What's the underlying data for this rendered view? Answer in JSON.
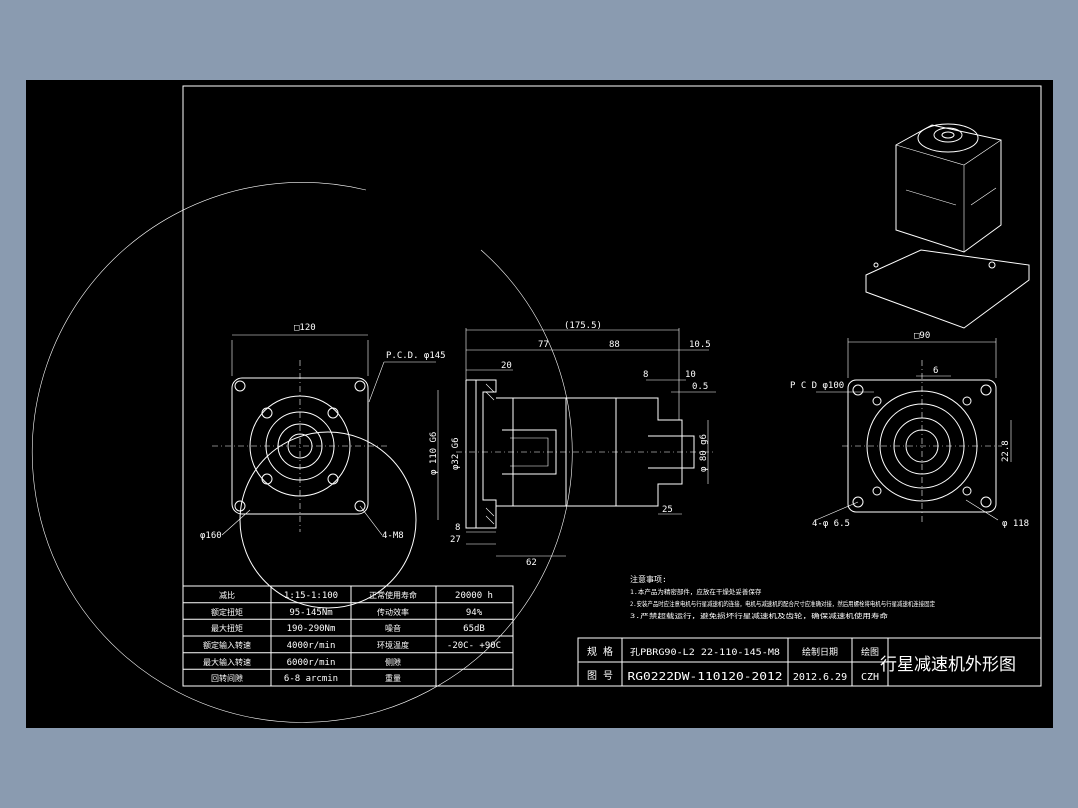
{
  "colors": {
    "background": "#8a9bb0",
    "sheet": "#000000",
    "line": "#ffffff"
  },
  "front_view": {
    "dim_square": "□120",
    "dim_pcd": "P.C.D. φ145",
    "dim_dia": "φ160",
    "dim_holes": "4-M8"
  },
  "side_view": {
    "dim_total": "(175.5)",
    "dim_77": "77",
    "dim_88": "88",
    "dim_10_5": "10.5",
    "dim_20": "20",
    "dim_8_top": "8",
    "dim_10": "10",
    "dim_0_5": "0.5",
    "dim_110": "φ 110 G6",
    "dim_32": "φ32 G6",
    "dim_80": "φ 80 g6",
    "dim_25": "25",
    "dim_8_bottom": "8",
    "dim_27": "27",
    "dim_62": "62"
  },
  "right_view": {
    "dim_square": "□90",
    "dim_6": "6",
    "dim_pcd": "P C D φ100",
    "dim_22": "22.8",
    "dim_holes": "4-φ 6.5",
    "dim_dia": "φ 118"
  },
  "spec_table": {
    "rows": [
      {
        "l1": "减比",
        "v1": "1:15-1:100",
        "l2": "正常使用寿命",
        "v2": "20000 h"
      },
      {
        "l1": "额定扭矩",
        "v1": "95-145Nm",
        "l2": "传动效率",
        "v2": "94%"
      },
      {
        "l1": "最大扭矩",
        "v1": "190-290Nm",
        "l2": "噪音",
        "v2": "65dB"
      },
      {
        "l1": "额定输入转速",
        "v1": "4000r/min",
        "l2": "环境温度",
        "v2": "-20C- +90C"
      },
      {
        "l1": "最大输入转速",
        "v1": "6000r/min",
        "l2": "侧隙",
        "v2": ""
      },
      {
        "l1": "回转间隙",
        "v1": "6-8 arcmin",
        "l2": "重量",
        "v2": ""
      }
    ]
  },
  "notes": {
    "title": "注意事项:",
    "lines": [
      "1.本产品为精密部件，应放在干燥处妥善保存",
      "2.安装产品时应注意电机与行星减速机的连接，电机与减速机的配合尺寸应准确对接，然后用螺栓将电机与行星减速机连接固定",
      "3.严禁超载运行，避免损坏行星减速机及齿轮，确保减速机使用寿命"
    ]
  },
  "title_block": {
    "label_spec": "规 格",
    "spec_value": "孔PBRG90-L2 22-110-145-M8",
    "label_date": "绘制日期",
    "label_drawn": "绘图",
    "label_no": "图 号",
    "drawing_no": "RG0222DW-110120-2012",
    "date": "2012.6.29",
    "drawn_by": "CZH",
    "drawing_title": "行星减速机外形图"
  }
}
